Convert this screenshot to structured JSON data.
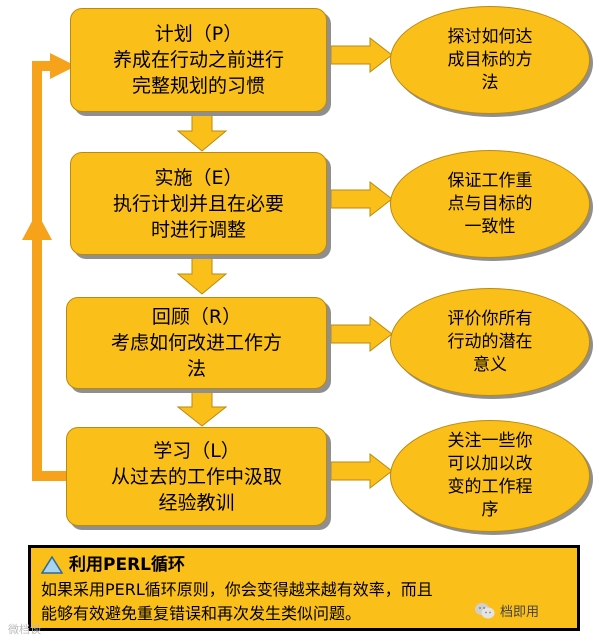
{
  "steps": [
    {
      "title": "计划（P）",
      "lines": [
        "养成在行动之前进行",
        "完整规划的习惯"
      ]
    },
    {
      "title": "实施（E）",
      "lines": [
        "执行计划并且在必要",
        "时进行调整"
      ]
    },
    {
      "title": "回顾（R）",
      "lines": [
        "考虑如何改进工作方",
        "法"
      ]
    },
    {
      "title": "学习（L）",
      "lines": [
        "从过去的工作中汲取",
        "经验教训"
      ]
    }
  ],
  "outcomes": [
    {
      "lines": [
        "探讨如何达",
        "成目标的方",
        "法"
      ]
    },
    {
      "lines": [
        "保证工作重",
        "点与目标的",
        "一致性"
      ]
    },
    {
      "lines": [
        "评价你所有",
        "行动的潜在",
        "意义"
      ]
    },
    {
      "lines": [
        "关注一些你",
        "可以加以改",
        "变的工作程",
        "序"
      ]
    }
  ],
  "note": {
    "title": "利用PERL循环",
    "lines": [
      "如果采用PERL循环原则，你会变得越来越有效率，而且",
      "能够有效避免重复错误和再次发生类似问题。"
    ]
  },
  "watermark": {
    "text": "档即用",
    "icon": "wechat-icon"
  },
  "corner_mark": "微档谈",
  "colors": {
    "box_fill": "#fbbf19",
    "loop_arrow": "#f7a21b",
    "triangle": "#a9d4ee"
  }
}
